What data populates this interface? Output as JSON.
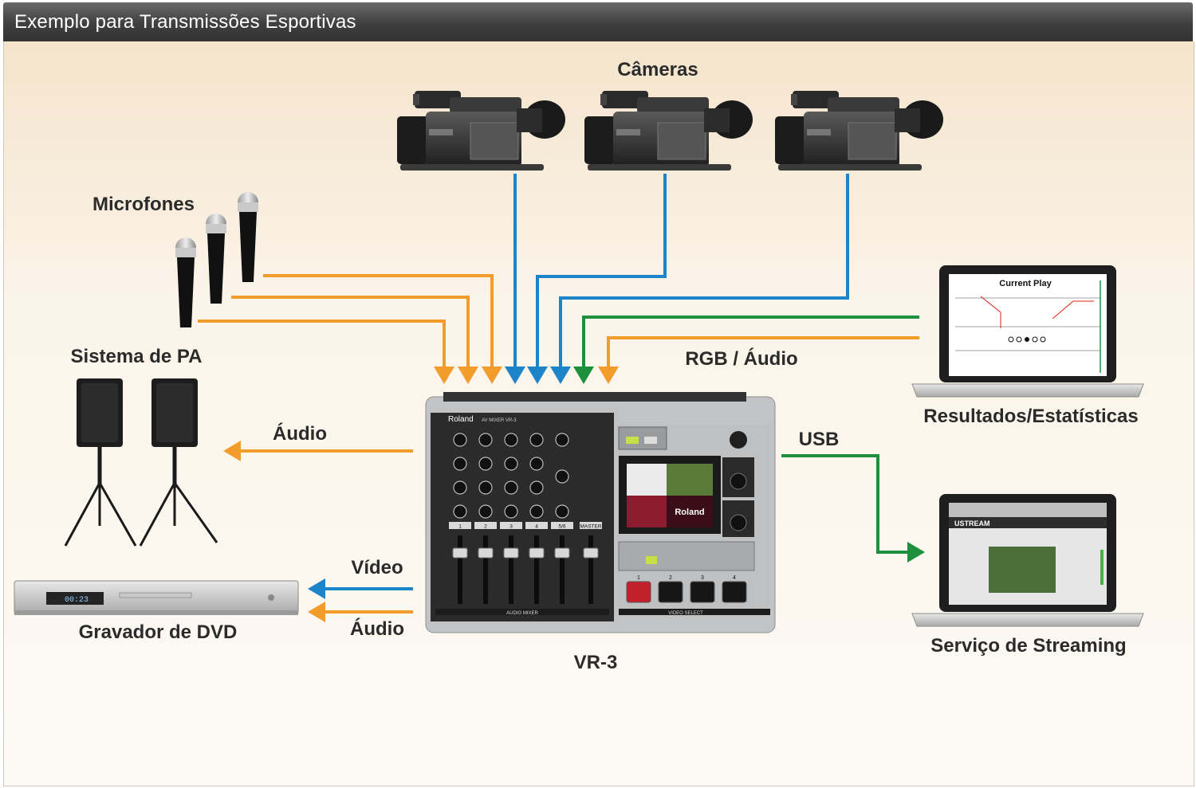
{
  "header": {
    "title": "Exemplo para Transmissões Esportivas"
  },
  "labels": {
    "cameras": "Câmeras",
    "microphones": "Microfones",
    "pa_system": "Sistema de PA",
    "audio_pa": "Áudio",
    "dvd_recorder": "Gravador de DVD",
    "video_dvd": "Vídeo",
    "audio_dvd": "Áudio",
    "mixer": "VR-3",
    "rgb_audio": "RGB / Áudio",
    "results": "Resultados/Estatísticas",
    "usb": "USB",
    "streaming": "Serviço de Streaming"
  },
  "mixer_panel": {
    "brand": "Roland",
    "model": "AV MIXER VR-3",
    "screen_brand": "Roland",
    "select_buttons": [
      "1",
      "2",
      "3",
      "4"
    ],
    "channel_labels": [
      "1",
      "2",
      "3",
      "4",
      "5/6",
      "MASTER"
    ],
    "section_audio": "AUDIO MIXER",
    "section_video": "VIDEO SELECT"
  },
  "laptop_screen": {
    "title": "Current Play"
  },
  "streaming_screen": {
    "brand": "USTREAM"
  },
  "dvd_display": "00:23",
  "colors": {
    "audio": "#f29c2b",
    "video": "#1d84c9",
    "rgb": "#1e8f3c",
    "header": "#4a4a4a"
  }
}
